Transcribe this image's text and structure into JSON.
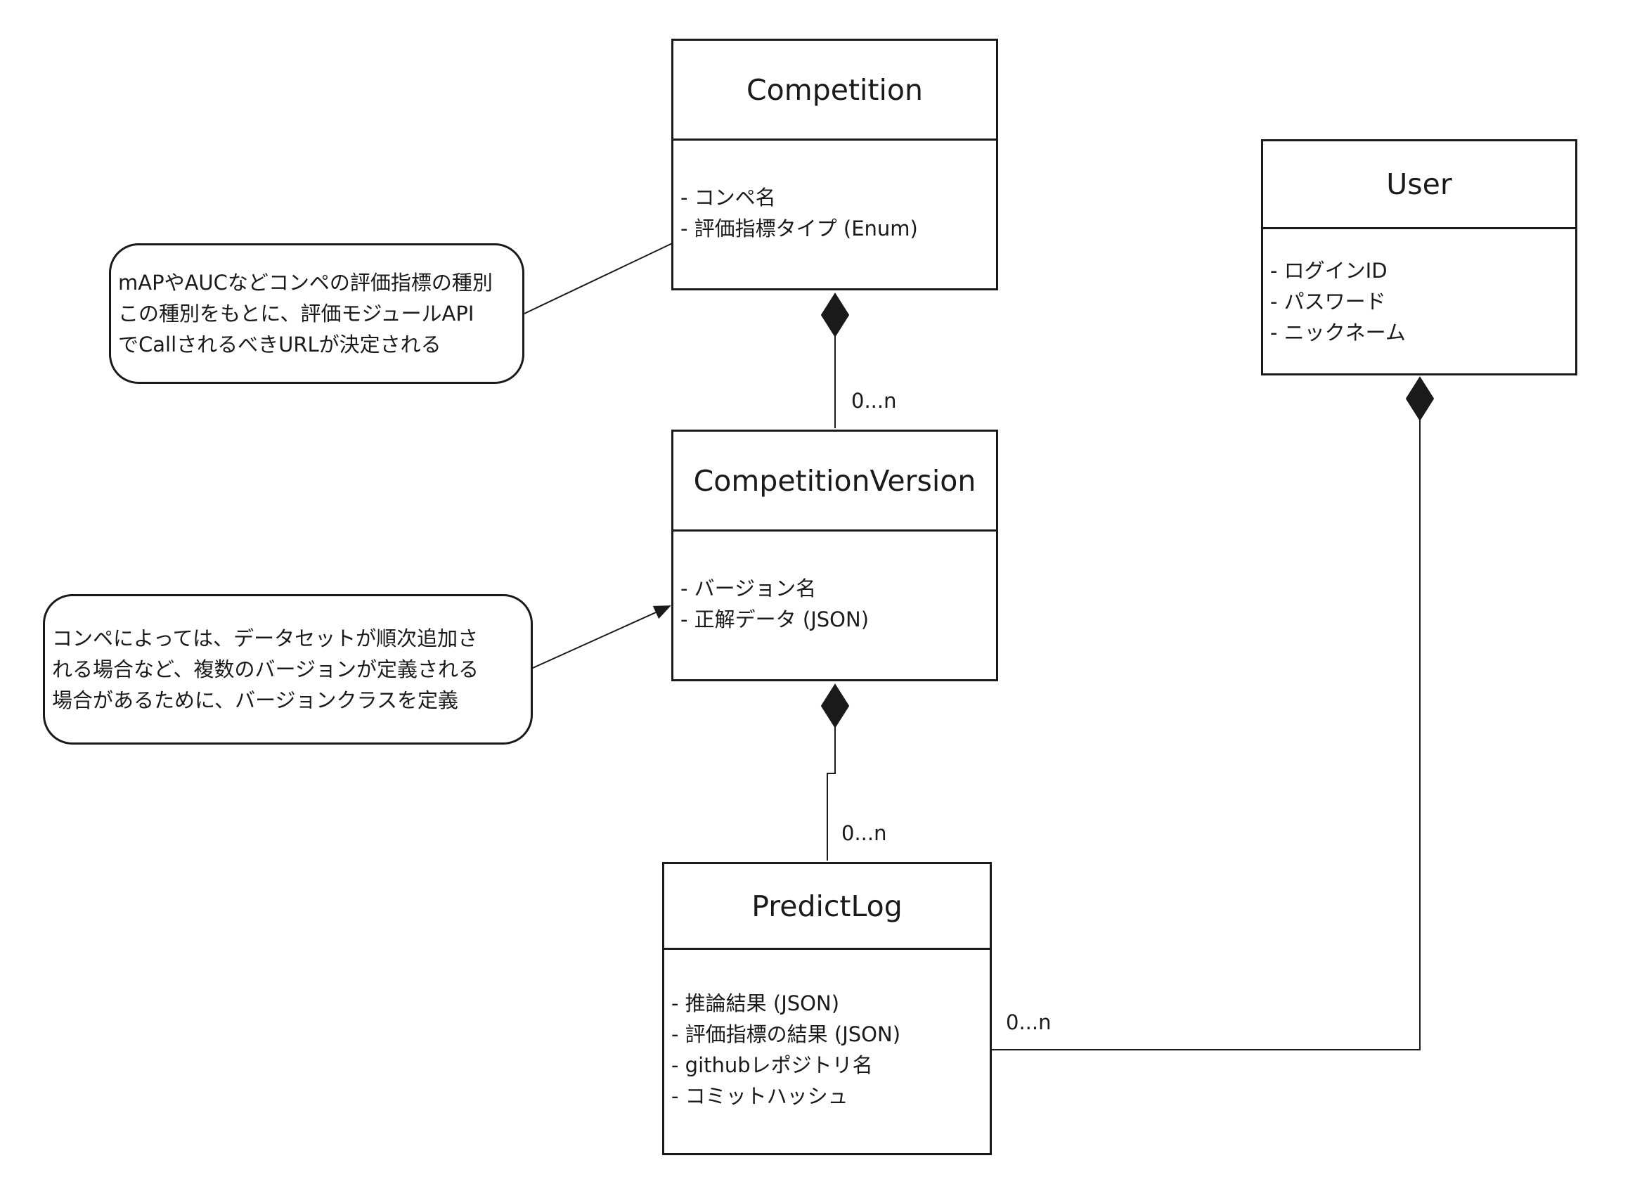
{
  "classes": [
    {
      "name": "Competition",
      "attributes": [
        "- コンペ名",
        "- 評価指標タイプ (Enum)"
      ]
    },
    {
      "name": "User",
      "attributes": [
        "- ログインID",
        "- パスワード",
        "- ニックネーム"
      ]
    },
    {
      "name": "CompetitionVersion",
      "attributes": [
        "- バージョン名",
        "- 正解データ (JSON)"
      ]
    },
    {
      "name": "PredictLog",
      "attributes": [
        "- 推論結果 (JSON)",
        "- 評価指標の結果 (JSON)",
        "- githubレポジトリ名",
        "- コミットハッシュ"
      ]
    }
  ],
  "notes": [
    {
      "lines": [
        "mAPやAUCなどコンペの評価指標の種別",
        "この種別をもとに、評価モジュールAPI",
        "でCallされるべきURLが決定される"
      ]
    },
    {
      "lines": [
        "コンペによっては、データセットが順次追加さ",
        "れる場合など、複数のバージョンが定義される",
        "場合があるために、バージョンクラスを定義"
      ]
    }
  ],
  "relations": [
    {
      "type": "composition",
      "whole": "Competition",
      "part": "CompetitionVersion",
      "multiplicity": "0...n"
    },
    {
      "type": "composition",
      "whole": "CompetitionVersion",
      "part": "PredictLog",
      "multiplicity": "0...n"
    },
    {
      "type": "composition",
      "whole": "User",
      "part": "PredictLog",
      "multiplicity": "0...n"
    }
  ],
  "colors": {
    "stroke": "#1a1a1a",
    "background": "#ffffff"
  }
}
